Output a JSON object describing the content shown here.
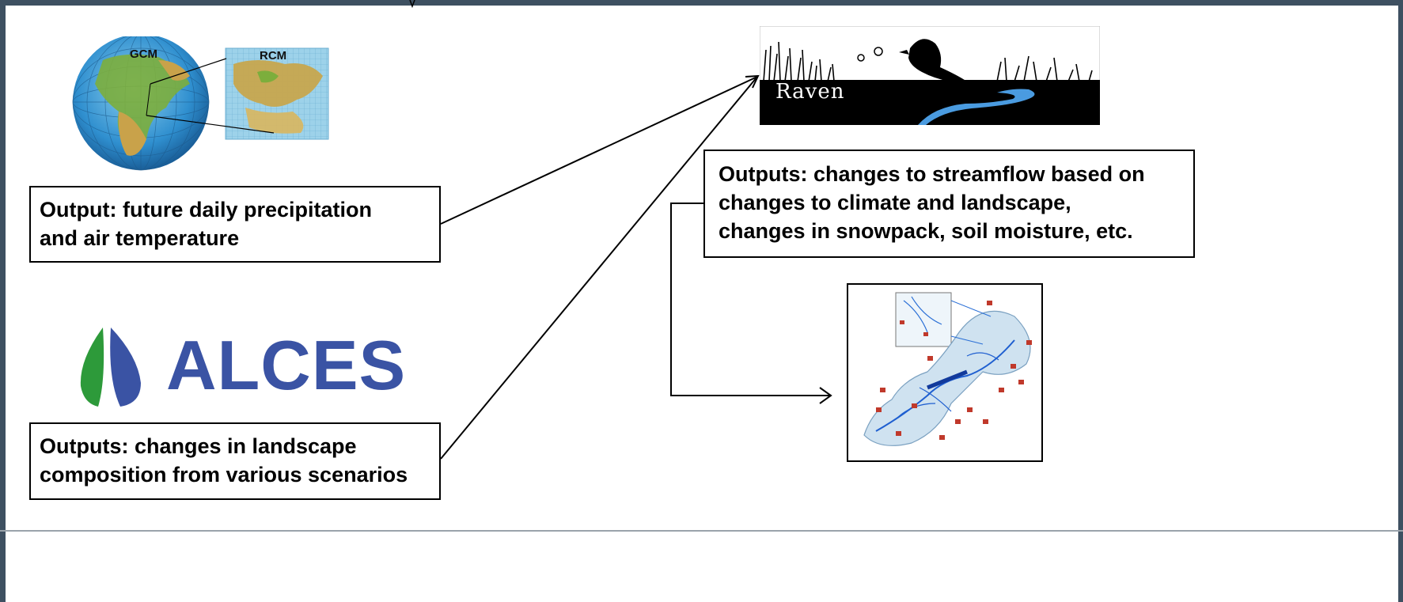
{
  "colors": {
    "frame": "#3e5061",
    "alces_brand": "#3a53a4",
    "leaf_green": "#2d9a3a",
    "river_blue": "#4a9be0"
  },
  "gcm_figure": {
    "global_label": "GCM",
    "regional_label": "RCM"
  },
  "raven_logo": {
    "name": "Raven"
  },
  "alces_logo": {
    "name": "ALCES"
  },
  "boxes": {
    "climate_output": [
      "Output: future daily precipitation",
      "and air temperature"
    ],
    "landscape_output": [
      "Outputs: changes in landscape",
      "composition from various scenarios"
    ],
    "hydrology_output": [
      "Outputs: changes to streamflow based on",
      "changes to climate and landscape,",
      "changes in snowpack, soil moisture, etc."
    ]
  },
  "icons": [
    "globe-rcm-icon",
    "raven-logo-icon",
    "alces-leaf-icon",
    "watershed-map-icon"
  ]
}
